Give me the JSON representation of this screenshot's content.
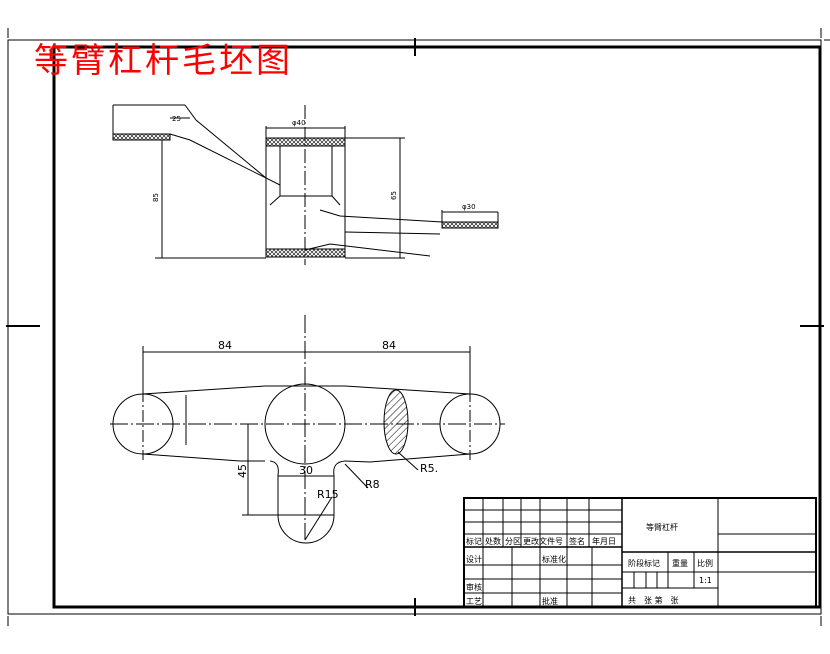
{
  "drawing": {
    "title": "等臂杠杆毛坯图",
    "title_color": "#ff0000"
  },
  "top_view": {
    "dims": {
      "bore_diameter": "φ40",
      "boss_diameter": "φ30",
      "left_height": "85",
      "right_height": "65",
      "leader_note": "25"
    }
  },
  "front_view": {
    "dims": {
      "left_span": "84",
      "right_span": "84",
      "boss_width": "30",
      "boss_height": "45",
      "radius_r15": "R15",
      "radius_r8": "R8",
      "radius_r5": "R5."
    }
  },
  "title_block": {
    "part_name": "等臂杠杆",
    "headers": [
      "标记",
      "处数",
      "分区",
      "更改文件号",
      "签名",
      "年月日"
    ],
    "row_design": "设计",
    "row_standard": "标准化",
    "row_review": "审核",
    "row_process": "工艺",
    "row_approve": "批准",
    "stage_mark": "阶段标记",
    "weight": "重量",
    "scale_label": "比例",
    "scale_value": "1:1",
    "sheets": "共　张 第　张"
  }
}
